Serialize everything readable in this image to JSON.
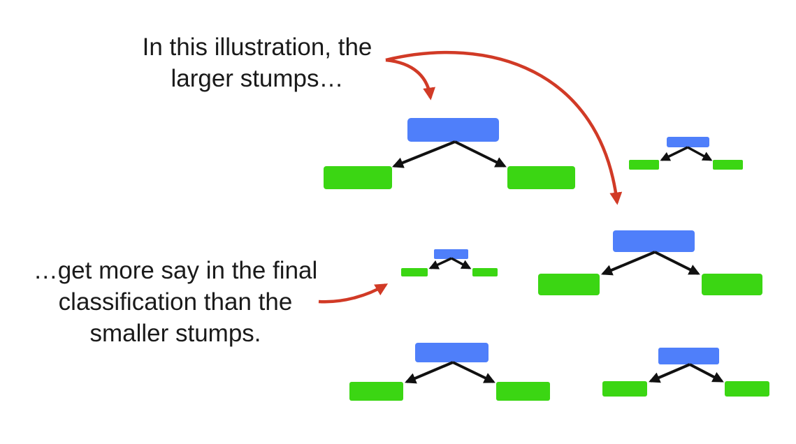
{
  "captions": {
    "top": {
      "line1": "In this illustration, the",
      "line2": "larger stumps…"
    },
    "bottom": {
      "line1": "…get more say in the final",
      "line2": "classification than the",
      "line3": "smaller stumps."
    }
  },
  "colors": {
    "root_node": "#4f7ffa",
    "leaf_node": "#3bd613",
    "branch_arrow": "#111111",
    "pointer_arrow": "#d13a26",
    "text": "#1a1a1a"
  },
  "stumps": [
    {
      "id": "stump-1",
      "relative_size": "large"
    },
    {
      "id": "stump-2",
      "relative_size": "small"
    },
    {
      "id": "stump-3",
      "relative_size": "small"
    },
    {
      "id": "stump-4",
      "relative_size": "large"
    },
    {
      "id": "stump-5",
      "relative_size": "medium"
    },
    {
      "id": "stump-6",
      "relative_size": "medium"
    }
  ]
}
